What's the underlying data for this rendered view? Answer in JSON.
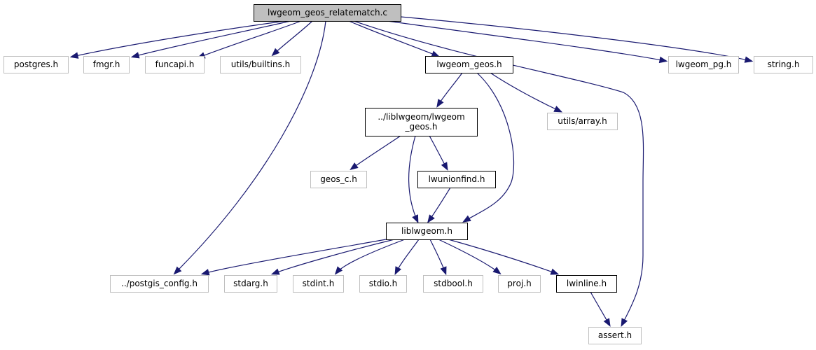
{
  "diagram": {
    "type": "include-dependency-graph",
    "colors": {
      "edge": "#191970",
      "root_fill": "#bfbfbf",
      "internal_border": "#000000",
      "external_border": "#bfbfbf"
    },
    "nodes": [
      {
        "id": "root",
        "label": [
          "lwgeom_geos_relatematch.c"
        ],
        "kind": "root"
      },
      {
        "id": "postgres",
        "label": [
          "postgres.h"
        ],
        "kind": "external"
      },
      {
        "id": "fmgr",
        "label": [
          "fmgr.h"
        ],
        "kind": "external"
      },
      {
        "id": "funcapi",
        "label": [
          "funcapi.h"
        ],
        "kind": "external"
      },
      {
        "id": "builtins",
        "label": [
          "utils/builtins.h"
        ],
        "kind": "external"
      },
      {
        "id": "lwgeom_geos",
        "label": [
          "lwgeom_geos.h"
        ],
        "kind": "internal"
      },
      {
        "id": "lwgeom_pg",
        "label": [
          "lwgeom_pg.h"
        ],
        "kind": "external"
      },
      {
        "id": "string",
        "label": [
          "string.h"
        ],
        "kind": "external"
      },
      {
        "id": "liblwgeom_geos",
        "label": [
          "../liblwgeom/lwgeom",
          "_geos.h"
        ],
        "kind": "internal"
      },
      {
        "id": "array",
        "label": [
          "utils/array.h"
        ],
        "kind": "external"
      },
      {
        "id": "geos_c",
        "label": [
          "geos_c.h"
        ],
        "kind": "external"
      },
      {
        "id": "lwunionfind",
        "label": [
          "lwunionfind.h"
        ],
        "kind": "internal"
      },
      {
        "id": "liblwgeom",
        "label": [
          "liblwgeom.h"
        ],
        "kind": "internal"
      },
      {
        "id": "postgis_config",
        "label": [
          "../postgis_config.h"
        ],
        "kind": "external"
      },
      {
        "id": "stdarg",
        "label": [
          "stdarg.h"
        ],
        "kind": "external"
      },
      {
        "id": "stdint",
        "label": [
          "stdint.h"
        ],
        "kind": "external"
      },
      {
        "id": "stdio",
        "label": [
          "stdio.h"
        ],
        "kind": "external"
      },
      {
        "id": "stdbool",
        "label": [
          "stdbool.h"
        ],
        "kind": "external"
      },
      {
        "id": "proj",
        "label": [
          "proj.h"
        ],
        "kind": "external"
      },
      {
        "id": "lwinline",
        "label": [
          "lwinline.h"
        ],
        "kind": "internal"
      },
      {
        "id": "assert",
        "label": [
          "assert.h"
        ],
        "kind": "external"
      }
    ],
    "edges": [
      {
        "from": "root",
        "to": "postgres"
      },
      {
        "from": "root",
        "to": "fmgr"
      },
      {
        "from": "root",
        "to": "funcapi"
      },
      {
        "from": "root",
        "to": "builtins"
      },
      {
        "from": "root",
        "to": "postgis_config"
      },
      {
        "from": "root",
        "to": "lwgeom_geos"
      },
      {
        "from": "root",
        "to": "assert"
      },
      {
        "from": "root",
        "to": "lwgeom_pg"
      },
      {
        "from": "root",
        "to": "string"
      },
      {
        "from": "lwgeom_geos",
        "to": "liblwgeom_geos"
      },
      {
        "from": "lwgeom_geos",
        "to": "liblwgeom"
      },
      {
        "from": "lwgeom_geos",
        "to": "array"
      },
      {
        "from": "liblwgeom_geos",
        "to": "geos_c"
      },
      {
        "from": "liblwgeom_geos",
        "to": "liblwgeom"
      },
      {
        "from": "liblwgeom_geos",
        "to": "lwunionfind"
      },
      {
        "from": "lwunionfind",
        "to": "liblwgeom"
      },
      {
        "from": "liblwgeom",
        "to": "postgis_config"
      },
      {
        "from": "liblwgeom",
        "to": "stdarg"
      },
      {
        "from": "liblwgeom",
        "to": "stdint"
      },
      {
        "from": "liblwgeom",
        "to": "stdio"
      },
      {
        "from": "liblwgeom",
        "to": "stdbool"
      },
      {
        "from": "liblwgeom",
        "to": "proj"
      },
      {
        "from": "liblwgeom",
        "to": "lwinline"
      },
      {
        "from": "lwinline",
        "to": "assert"
      }
    ]
  }
}
